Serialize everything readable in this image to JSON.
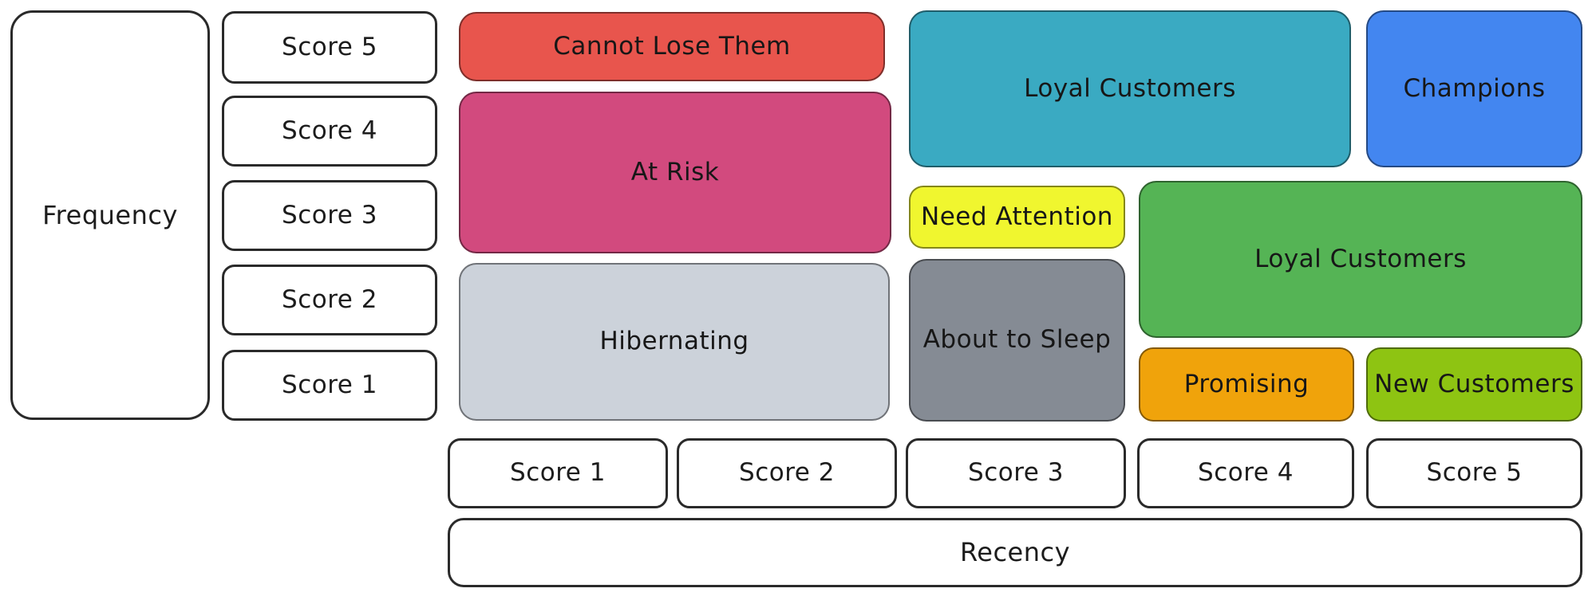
{
  "diagram": {
    "type": "rfm-segmentation-matrix",
    "frequency_axis": {
      "label": "Frequency",
      "scores": [
        "Score 5",
        "Score 4",
        "Score 3",
        "Score 2",
        "Score 1"
      ]
    },
    "recency_axis": {
      "label": "Recency",
      "scores": [
        "Score 1",
        "Score 2",
        "Score 3",
        "Score 4",
        "Score 5"
      ]
    },
    "segments": [
      {
        "id": "cannot-lose-them",
        "label": "Cannot Lose Them",
        "color": "#e8554d",
        "recency_scores": "1-2",
        "frequency_scores": "5"
      },
      {
        "id": "at-risk",
        "label": "At Risk",
        "color": "#d24a7e",
        "recency_scores": "1-2",
        "frequency_scores": "3-4"
      },
      {
        "id": "hibernating",
        "label": "Hibernating",
        "color": "#ccd2da",
        "recency_scores": "1-2",
        "frequency_scores": "1-2"
      },
      {
        "id": "loyal-customers-top",
        "label": "Loyal Customers",
        "color": "#3aaac2",
        "recency_scores": "3-4",
        "frequency_scores": "4-5"
      },
      {
        "id": "champions",
        "label": "Champions",
        "color": "#4386f0",
        "recency_scores": "5",
        "frequency_scores": "4-5"
      },
      {
        "id": "need-attention",
        "label": "Need Attention",
        "color": "#f0f62f",
        "recency_scores": "3",
        "frequency_scores": "3"
      },
      {
        "id": "about-to-sleep",
        "label": "About to Sleep",
        "color": "#858b94",
        "recency_scores": "3",
        "frequency_scores": "1-2"
      },
      {
        "id": "loyal-customers-right",
        "label": "Loyal Customers",
        "color": "#55b455",
        "recency_scores": "4-5",
        "frequency_scores": "2-3"
      },
      {
        "id": "promising",
        "label": "Promising",
        "color": "#f0a30b",
        "recency_scores": "4",
        "frequency_scores": "1"
      },
      {
        "id": "new-customers",
        "label": "New Customers",
        "color": "#8ec412",
        "recency_scores": "5",
        "frequency_scores": "1"
      }
    ]
  }
}
